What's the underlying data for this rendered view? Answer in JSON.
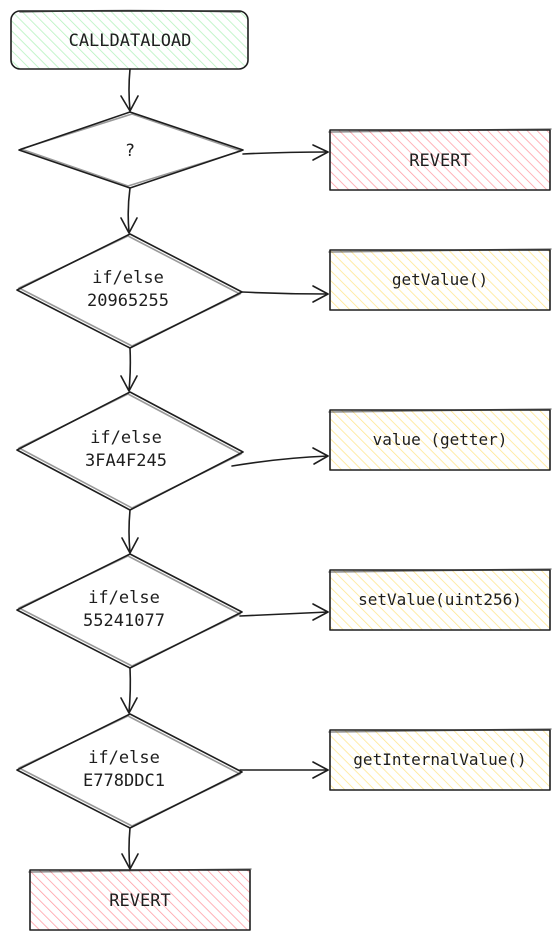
{
  "nodes": {
    "start": {
      "label": "CALLDATALOAD",
      "fill": "#b2f2bb"
    },
    "dispatch": {
      "label": "?"
    },
    "revert_top": {
      "label": "REVERT",
      "fill": "#ffc9c9"
    },
    "branch_1": {
      "line1": "if/else",
      "line2": "20965255"
    },
    "branch_2": {
      "line1": "if/else",
      "line2": "3FA4F245"
    },
    "branch_3": {
      "line1": "if/else",
      "line2": "55241077"
    },
    "branch_4": {
      "line1": "if/else",
      "line2": "E778DDC1"
    },
    "fn_1": {
      "label": "getValue()",
      "fill": "#ffec99"
    },
    "fn_2": {
      "label": "value (getter)",
      "fill": "#ffec99"
    },
    "fn_3": {
      "label": "setValue(uint256)",
      "fill": "#ffec99"
    },
    "fn_4": {
      "label": "getInternalValue()",
      "fill": "#ffec99"
    },
    "revert_bottom": {
      "label": "REVERT",
      "fill": "#ffc9c9"
    }
  },
  "stroke_color": "#1e1e1e"
}
